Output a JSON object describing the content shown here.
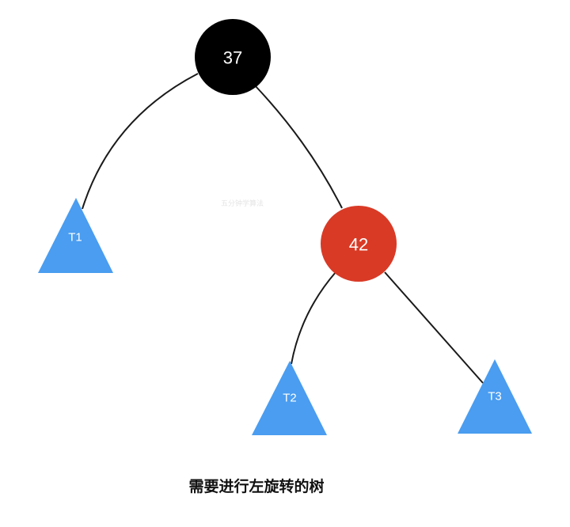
{
  "colors": {
    "root_fill": "#000000",
    "child_fill": "#d93a26",
    "subtree_fill": "#4a9df0",
    "edge_color": "#1a1a1a",
    "label_color": "#ffffff"
  },
  "tree": {
    "root": {
      "label": "37",
      "color": "black"
    },
    "right_child": {
      "label": "42",
      "color": "red"
    },
    "subtrees": {
      "t1": "T1",
      "t2": "T2",
      "t3": "T3"
    }
  },
  "watermark": "五分钟学算法",
  "caption": "需要进行左旋转的树"
}
